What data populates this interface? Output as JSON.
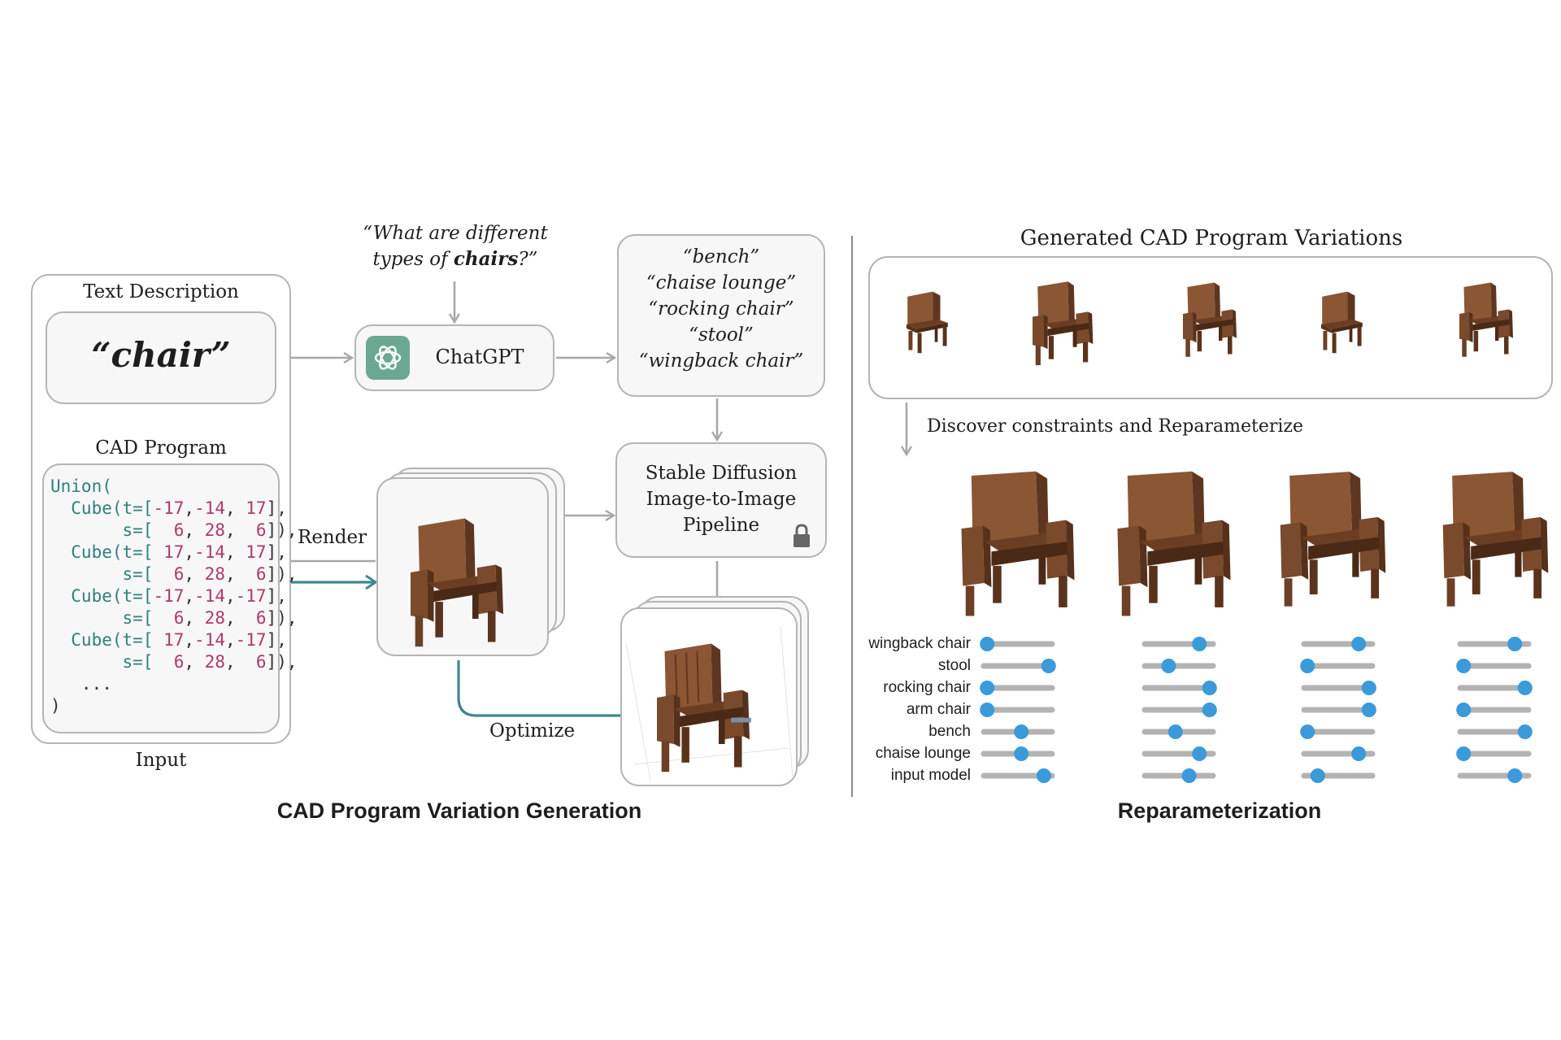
{
  "left": {
    "input_panel": {
      "text_description_label": "Text Description",
      "text_value": "“chair”",
      "cad_program_label": "CAD Program",
      "input_label": "Input",
      "code_lines": [
        {
          "kw": "Union(",
          "rest": ""
        },
        {
          "kw": "  Cube(",
          "rest": "t=[-17,-14, 17],"
        },
        {
          "kw": "",
          "rest": "       s=[  6, 28,  6]),"
        },
        {
          "kw": "  Cube(",
          "rest": "t=[ 17,-14, 17],"
        },
        {
          "kw": "",
          "rest": "       s=[  6, 28,  6]),"
        },
        {
          "kw": "  Cube(",
          "rest": "t=[-17,-14,-17],"
        },
        {
          "kw": "",
          "rest": "       s=[  6, 28,  6]),"
        },
        {
          "kw": "  Cube(",
          "rest": "t=[ 17,-14,-17],"
        },
        {
          "kw": "",
          "rest": "       s=[  6, 28,  6]),"
        },
        {
          "kw": "",
          "rest": "   ..."
        },
        {
          "kw": "",
          "rest": ")"
        }
      ]
    },
    "question_line1": "“What are different",
    "question_line2_prefix": "types of ",
    "question_line2_bold": "chairs",
    "question_line2_suffix": "?”",
    "chatgpt_label": "ChatGPT",
    "chair_types": [
      "“bench”",
      "“chaise lounge”",
      "“rocking chair”",
      "“stool”",
      "“wingback chair”"
    ],
    "render_label": "Render",
    "optimize_label": "Optimize",
    "stable_diffusion_lines": [
      "Stable Diffusion",
      "Image-to-Image",
      "Pipeline"
    ],
    "section_title": "CAD Program Variation Generation"
  },
  "right": {
    "generated_title": "Generated CAD Program Variations",
    "discover_label": "Discover constraints and Reparameterize",
    "section_title": "Reparameterization",
    "slider_labels": [
      "wingback chair",
      "stool",
      "rocking chair",
      "arm chair",
      "bench",
      "chaise lounge",
      "input model"
    ],
    "slider_columns": [
      [
        0.05,
        0.95,
        0.05,
        0.05,
        0.55,
        0.55,
        0.88
      ],
      [
        0.8,
        0.35,
        0.95,
        0.95,
        0.45,
        0.8,
        0.65
      ],
      [
        0.8,
        0.05,
        0.95,
        0.95,
        0.05,
        0.8,
        0.2
      ],
      [
        0.8,
        0.05,
        0.95,
        0.05,
        0.95,
        0.05,
        0.8
      ]
    ]
  },
  "colors": {
    "accent_teal": "#3d8a8a",
    "arrow_gray": "#a8a8a8",
    "slider_knob": "#3b9ad9",
    "slider_track": "#b3b3b3",
    "wood": "#7a4a2c",
    "chatgpt_icon_bg": "#6aa892"
  },
  "icons": [
    "chatgpt-logo-icon",
    "lock-icon"
  ]
}
